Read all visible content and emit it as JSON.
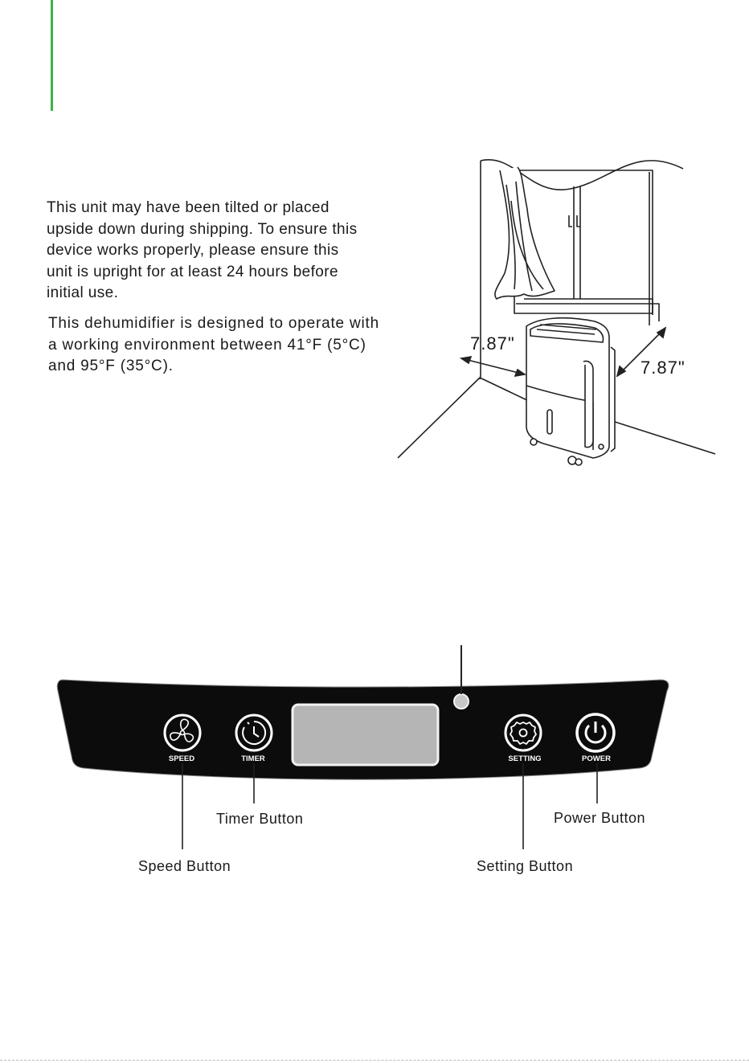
{
  "accent_color": "#3cb44a",
  "intro": {
    "lines": [
      "This unit may have been tilted or placed",
      "upside down during shipping. To ensure this",
      "device works properly, please ensure this",
      "unit is upright for at least 24 hours before",
      "initial use."
    ]
  },
  "environment": {
    "lines": [
      "This dehumidifier is designed to operate with",
      "a working environment between 41°F (5°C)",
      "and 95°F (35°C)."
    ]
  },
  "clearance": {
    "left": "7.87\"",
    "right": "7.87\""
  },
  "control_panel": {
    "buttons": {
      "speed": "SPEED",
      "timer": "TIMER",
      "setting": "SETTING",
      "power": "POWER"
    },
    "callouts": {
      "timer": "Timer Button",
      "power": "Power Button",
      "speed": "Speed Button",
      "setting": "Setting Button"
    },
    "icons": [
      "fan-icon",
      "clock-icon",
      "gear-icon",
      "power-icon"
    ]
  }
}
